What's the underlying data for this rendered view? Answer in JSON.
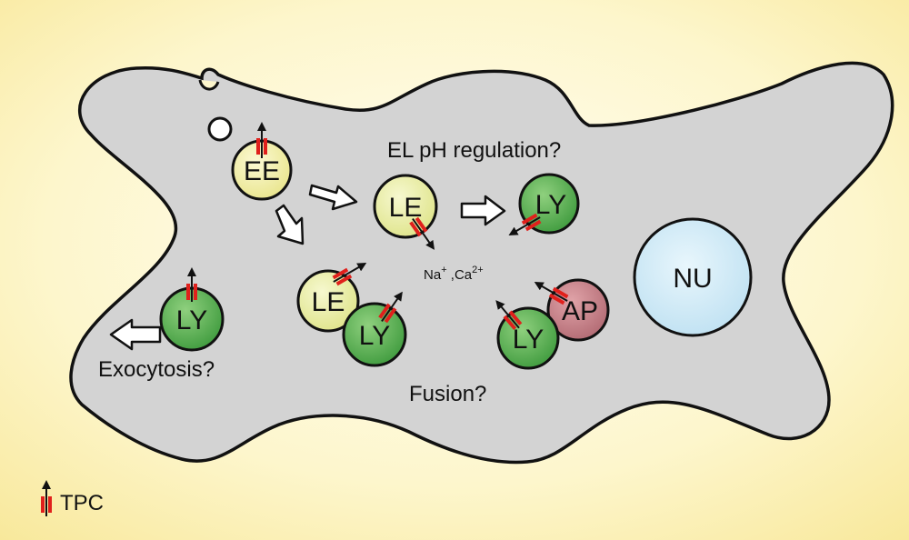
{
  "colors": {
    "background_center": "#fffef2",
    "background_edge": "#fbeea6",
    "cell": "#d6d6d6",
    "early_endosome": "#f4f0a6",
    "late_endosome": "#eef0a4",
    "lysosome": "#4fae4c",
    "autophagosome": "#c47e86",
    "nucleus": "#d6ecf7",
    "tpc_channel": "#e0201c",
    "outline": "#111111"
  },
  "organelles": {
    "ee": "EE",
    "le_top": "LE",
    "ly_top": "LY",
    "ly_left": "LY",
    "le_fusion": "LE",
    "ly_fusion": "LY",
    "ly_ap": "LY",
    "ap": "AP",
    "nu": "NU"
  },
  "captions": {
    "ph_regulation": "EL pH regulation?",
    "exocytosis": "Exocytosis?",
    "fusion": "Fusion?"
  },
  "ions": {
    "na": "Na",
    "na_charge": "+",
    "separator": " ,",
    "ca": "Ca",
    "ca_charge": "2+"
  },
  "legend": {
    "label": "TPC",
    "icon": "tpc-channel-icon"
  }
}
